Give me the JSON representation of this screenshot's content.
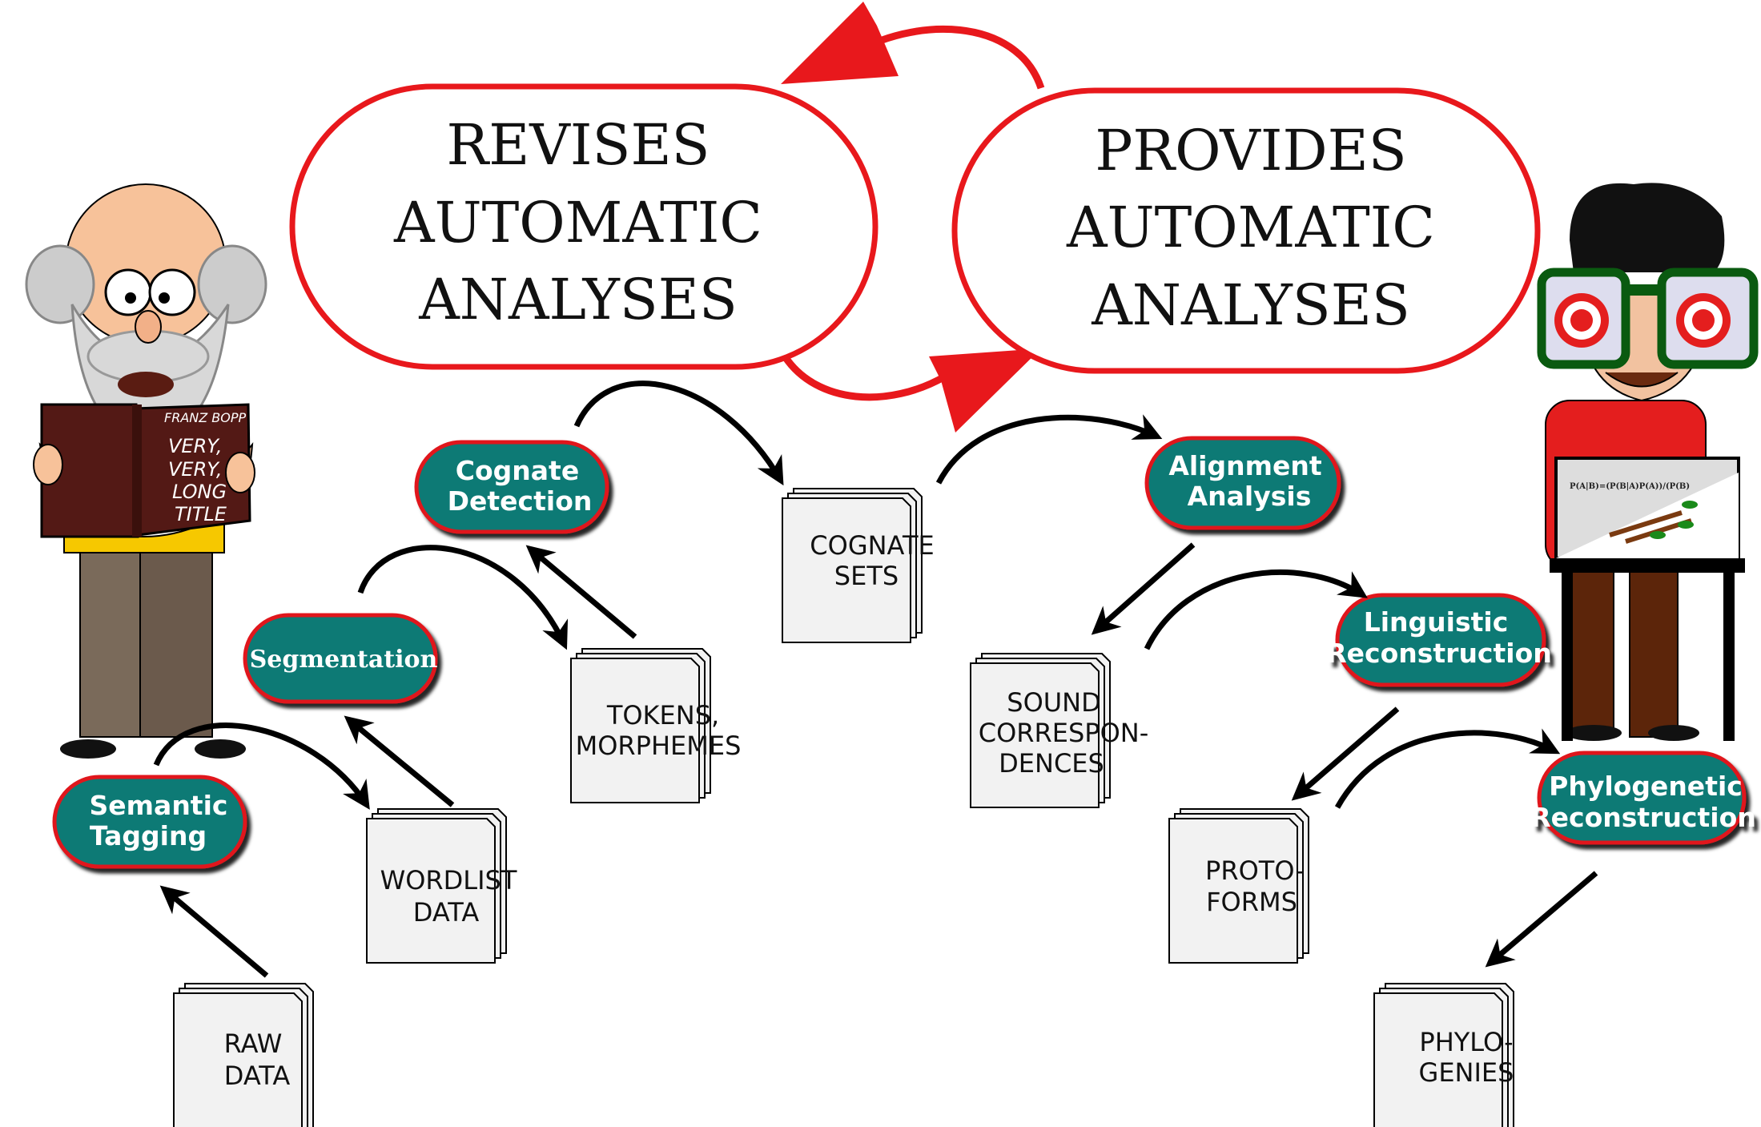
{
  "top": {
    "revises": [
      "REVISES",
      "AUTOMATIC",
      "ANALYSES"
    ],
    "provides": [
      "PROVIDES",
      "AUTOMATIC",
      "ANALYSES"
    ]
  },
  "methods": {
    "semantic_tagging": [
      "Semantic",
      "Tagging"
    ],
    "segmentation": [
      "Segmentation"
    ],
    "cognate_detection": [
      "Cognate",
      "Detection"
    ],
    "alignment_analysis": [
      "Alignment",
      "Analysis"
    ],
    "linguistic_reconstruction": [
      "Linguistic",
      "Reconstruction"
    ],
    "phylogenetic_reconstruction": [
      "Phylogenetic",
      "Reconstruction"
    ]
  },
  "documents": {
    "raw_data": [
      "RAW",
      "DATA"
    ],
    "wordlist_data": [
      "WORDLIST",
      "DATA"
    ],
    "tokens_morphemes": [
      "TOKENS,",
      "MORPHEMES"
    ],
    "cognate_sets": [
      "COGNATE",
      "SETS"
    ],
    "sound_correspondences": [
      "SOUND",
      "CORRESPON-",
      "DENCES"
    ],
    "proto_forms": [
      "PROTO-",
      "FORMS"
    ],
    "phylogenies": [
      "PHYLO-",
      "GENIES"
    ]
  },
  "book": {
    "author": "FRANZ BOPP",
    "title": [
      "VERY,",
      "VERY,",
      "LONG",
      "TITLE"
    ]
  },
  "board": {
    "formula": "P(A|B)=(P(B|A)P(A))/(P(B)"
  },
  "colors": {
    "pill_fill": "#0b7a74",
    "pill_border": "#e0181c",
    "loop_red": "#e8181c",
    "doc_fill": "#f2f2f2"
  }
}
